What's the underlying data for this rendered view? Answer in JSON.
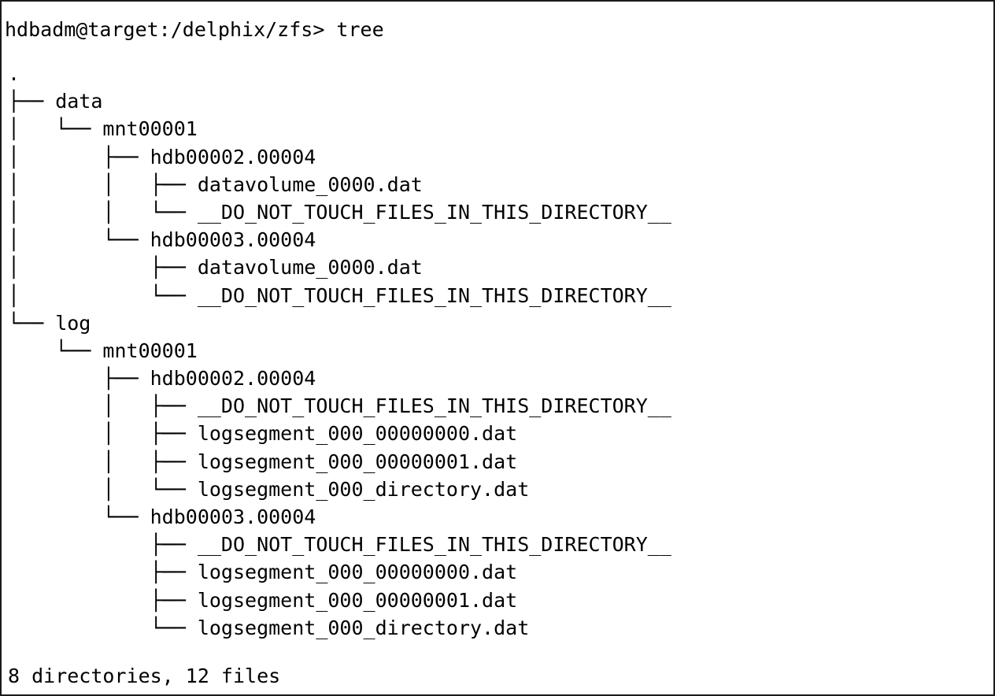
{
  "terminal": {
    "prompt": "hdbadm@target:/delphix/zfs>",
    "command": "tree",
    "prompt_full": "hdbadm@target:/delphix/zfs> tree",
    "colors": {
      "background": "#ffffff",
      "foreground": "#000000",
      "border": "#1a1a1a"
    }
  },
  "tree_output": {
    "root": ".",
    "lines": [
      ".",
      "├── data",
      "│   └── mnt00001",
      "│       ├── hdb00002.00004",
      "│       │   ├── datavolume_0000.dat",
      "│       │   └── __DO_NOT_TOUCH_FILES_IN_THIS_DIRECTORY__",
      "│       └── hdb00003.00004",
      "│           ├── datavolume_0000.dat",
      "│           └── __DO_NOT_TOUCH_FILES_IN_THIS_DIRECTORY__",
      "└── log",
      "    └── mnt00001",
      "        ├── hdb00002.00004",
      "        │   ├── __DO_NOT_TOUCH_FILES_IN_THIS_DIRECTORY__",
      "        │   ├── logsegment_000_00000000.dat",
      "        │   ├── logsegment_000_00000001.dat",
      "        │   └── logsegment_000_directory.dat",
      "        └── hdb00003.00004",
      "            ├── __DO_NOT_TOUCH_FILES_IN_THIS_DIRECTORY__",
      "            ├── logsegment_000_00000000.dat",
      "            ├── logsegment_000_00000001.dat",
      "            └── logsegment_000_directory.dat"
    ],
    "entries": [
      {
        "name": ".",
        "type": "directory",
        "depth": 0
      },
      {
        "name": "data",
        "type": "directory",
        "depth": 1
      },
      {
        "name": "mnt00001",
        "type": "directory",
        "depth": 2
      },
      {
        "name": "hdb00002.00004",
        "type": "directory",
        "depth": 3
      },
      {
        "name": "datavolume_0000.dat",
        "type": "file",
        "depth": 4
      },
      {
        "name": "__DO_NOT_TOUCH_FILES_IN_THIS_DIRECTORY__",
        "type": "file",
        "depth": 4
      },
      {
        "name": "hdb00003.00004",
        "type": "directory",
        "depth": 3
      },
      {
        "name": "datavolume_0000.dat",
        "type": "file",
        "depth": 4
      },
      {
        "name": "__DO_NOT_TOUCH_FILES_IN_THIS_DIRECTORY__",
        "type": "file",
        "depth": 4
      },
      {
        "name": "log",
        "type": "directory",
        "depth": 1
      },
      {
        "name": "mnt00001",
        "type": "directory",
        "depth": 2
      },
      {
        "name": "hdb00002.00004",
        "type": "directory",
        "depth": 3
      },
      {
        "name": "__DO_NOT_TOUCH_FILES_IN_THIS_DIRECTORY__",
        "type": "file",
        "depth": 4
      },
      {
        "name": "logsegment_000_00000000.dat",
        "type": "file",
        "depth": 4
      },
      {
        "name": "logsegment_000_00000001.dat",
        "type": "file",
        "depth": 4
      },
      {
        "name": "logsegment_000_directory.dat",
        "type": "file",
        "depth": 4
      },
      {
        "name": "hdb00003.00004",
        "type": "directory",
        "depth": 3
      },
      {
        "name": "__DO_NOT_TOUCH_FILES_IN_THIS_DIRECTORY__",
        "type": "file",
        "depth": 4
      },
      {
        "name": "logsegment_000_00000000.dat",
        "type": "file",
        "depth": 4
      },
      {
        "name": "logsegment_000_00000001.dat",
        "type": "file",
        "depth": 4
      },
      {
        "name": "logsegment_000_directory.dat",
        "type": "file",
        "depth": 4
      }
    ],
    "summary": "8 directories, 12 files",
    "directory_count": "8",
    "file_count": "12"
  }
}
